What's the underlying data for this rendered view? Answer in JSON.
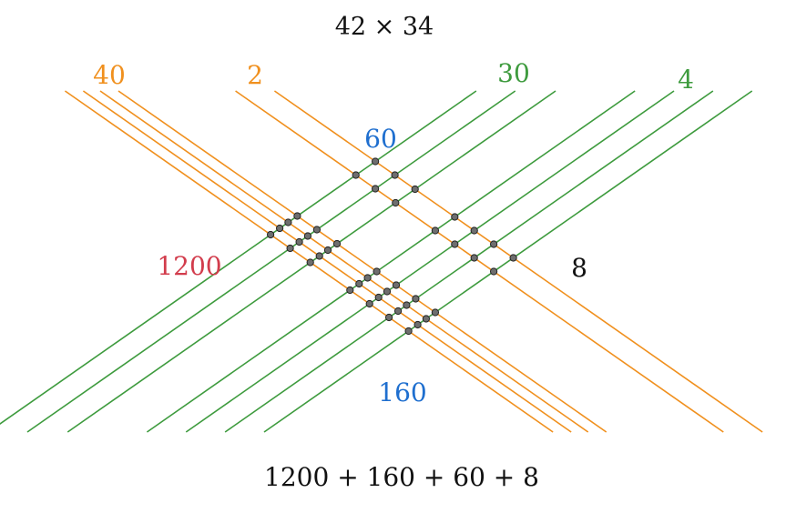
{
  "title": "42 × 34",
  "result": "1200 + 160 + 60 + 8",
  "colors": {
    "orange": "#f0901e",
    "green": "#3e9b3e",
    "red": "#d23c4c",
    "blue": "#1f6fcf",
    "black": "#111111",
    "dot_fill": "#6e6e6e",
    "dot_stroke": "#222222"
  },
  "factor_labels": {
    "tens_a": "40",
    "ones_a": "2",
    "tens_b": "30",
    "ones_b": "4"
  },
  "partial_labels": {
    "left": "1200",
    "bottom": "160",
    "top": "60",
    "right": "8"
  },
  "line_groups": {
    "orange_tens_count": 4,
    "orange_ones_count": 2,
    "green_tens_count": 3,
    "green_ones_count": 4
  }
}
